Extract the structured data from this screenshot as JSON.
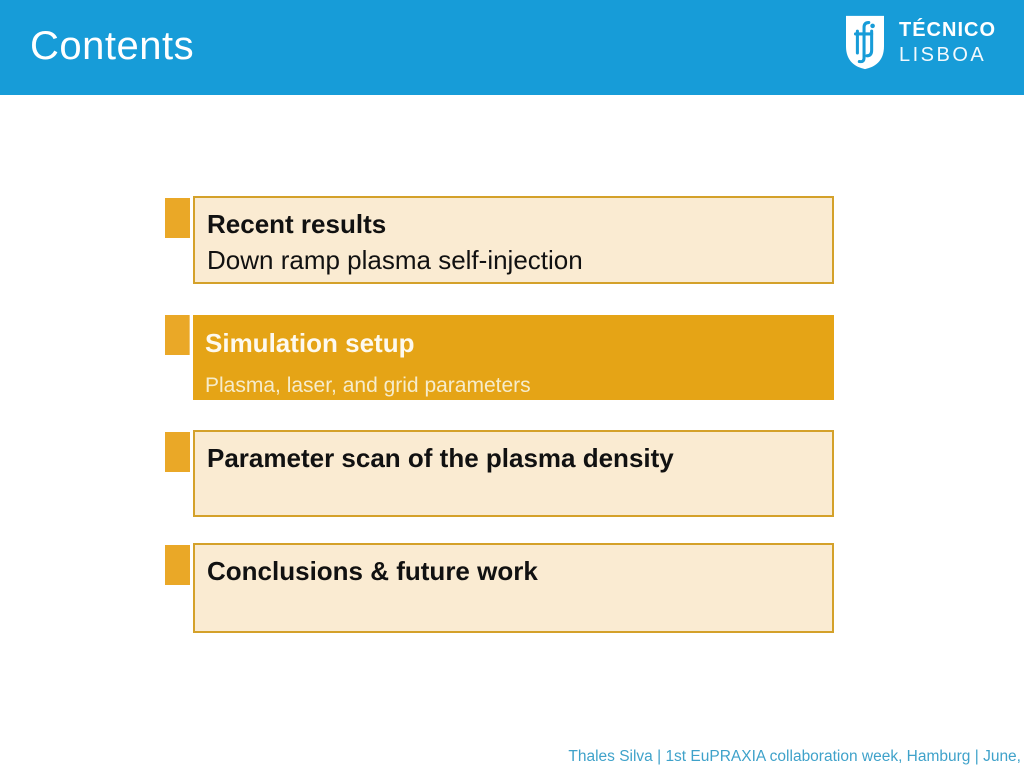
{
  "header": {
    "title": "Contents",
    "logo": {
      "line1": "TÉCNICO",
      "line2": "LISBOA"
    }
  },
  "toc": {
    "items": [
      {
        "title": "Recent results",
        "subtitle": "Down ramp plasma self-injection",
        "highlighted": false
      },
      {
        "title": "Simulation setup",
        "subtitle": "Plasma, laser, and grid parameters",
        "highlighted": true
      },
      {
        "title": "Parameter scan of the plasma density",
        "subtitle": "",
        "highlighted": false
      },
      {
        "title": "Conclusions & future work",
        "subtitle": "",
        "highlighted": false
      }
    ]
  },
  "footer": {
    "text": "Thales Silva | 1st EuPRAXIA collaboration week, Hamburg | June,"
  },
  "colors": {
    "header_blue": "#179CD8",
    "cream_bg": "#FAEBD2",
    "box_border_orange": "#D4A12A",
    "tab_orange": "#EAA827",
    "highlight_orange": "#E5A416",
    "highlight_title": "#FDF9EE",
    "highlight_subtitle": "#F6ECCB",
    "title_black": "#111111",
    "footer_blue": "#3FA2CA"
  }
}
